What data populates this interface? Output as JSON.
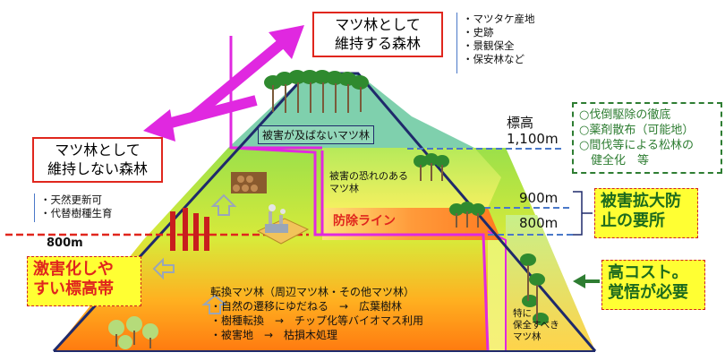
{
  "top_box": {
    "line1": "マツ林として",
    "line2": "維持する森林"
  },
  "top_list": [
    "・マツタケ産地",
    "・史跡",
    "・景観保全",
    "・保安林など"
  ],
  "left_box": {
    "line1": "マツ林として",
    "line2": "維持しない森林"
  },
  "left_list": [
    "・天然更新可",
    "・代替樹種生育"
  ],
  "left_line_label": "800m",
  "left_yellow": {
    "line1": "激害化しや",
    "line2": "すい標高帯"
  },
  "summit_zone": "被害が及ばないマツ林",
  "risk_zone": {
    "line1": "被害の恐れのある",
    "line2": "マツ林"
  },
  "defense_line": "防除ライン",
  "conversion": {
    "title": "転換マツ林（周辺マツ林・その他マツ林）",
    "items": [
      "・自然の遷移にゆだねる　→　広葉樹林",
      "・樹種転換　→　チップ化等バイオマス利用",
      "・被害地　→　枯損木処理"
    ]
  },
  "must_preserve": {
    "line1": "特に",
    "line2": "保全すべき",
    "line3": "マツ林"
  },
  "altitudes": {
    "hyoko": "標高",
    "a1100": "1,100m",
    "a900": "900m",
    "a800": "800m"
  },
  "green_box": [
    "○伐倒駆除の徹底",
    "○薬剤散布（可能地）",
    "○間伐等による松林の",
    "　健全化　等"
  ],
  "right_yellow_top": {
    "line1": "被害拡大防",
    "line2": "止の要所"
  },
  "right_yellow_bottom": {
    "line1": "高コスト。",
    "line2": "覚悟が必要"
  },
  "colors": {
    "accent_red": "#e0261d",
    "magenta": "#e028e0",
    "yellow": "#ffff33",
    "green_text": "#2e7d32",
    "navy": "#1f2a6b"
  }
}
